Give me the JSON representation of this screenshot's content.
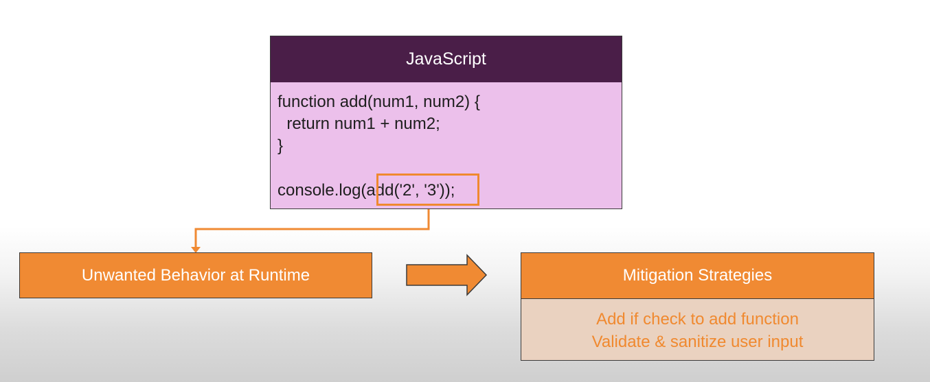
{
  "code_panel": {
    "title": "JavaScript",
    "lines": [
      "function add(num1, num2) {",
      "  return num1 + num2;",
      "}",
      "",
      "console.log(add('2', '3'));"
    ]
  },
  "runtime_box": {
    "label": "Unwanted Behavior at Runtime"
  },
  "mitigation": {
    "title": "Mitigation Strategies",
    "items": [
      "Add if check to add function",
      "Validate & sanitize user input"
    ]
  },
  "colors": {
    "header_purple": "#4a1e48",
    "code_background": "#ecc0eb",
    "accent_orange": "#f08a33",
    "mitigation_background": "#ead2c0"
  }
}
